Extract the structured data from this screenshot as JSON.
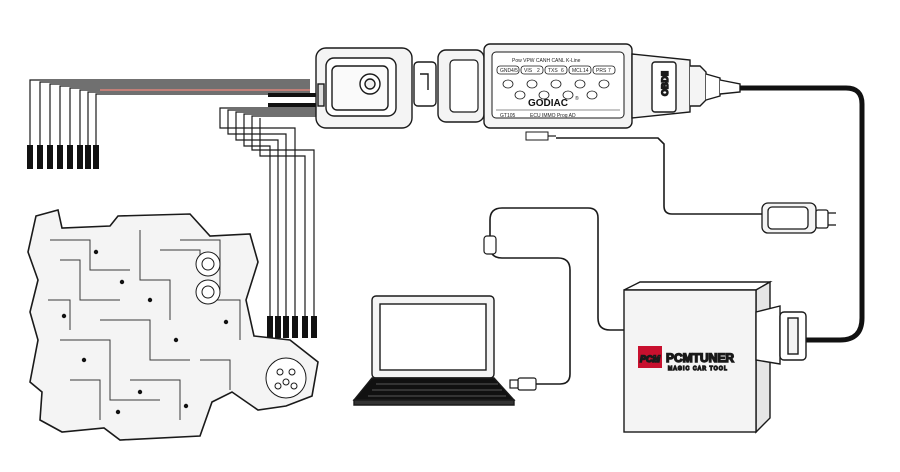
{
  "godiac": {
    "brand": "GODIAC",
    "registered": "®",
    "header": "Pow  VPW  CANH  CANL  K-Line",
    "pins_top": [
      "GND",
      "VIS",
      "TXS",
      "MCL",
      "PRS"
    ],
    "pin_nums_top": [
      "4/5",
      "2",
      "6",
      "14",
      "7"
    ],
    "model": "GT105",
    "subtitle": "ECU IMMO Prog AD"
  },
  "obd_label": "OBDII",
  "pcmtuner": {
    "logo": "PCM",
    "brand": "PCMTUNER",
    "tagline": "MAGIC CAR TOOL"
  },
  "colors": {
    "line": "#1a1a1a",
    "cable": "#111111",
    "device_fill": "#f4f4f4",
    "pcm_logo_bg": "#c8102e",
    "wire_red": "#c0392b"
  },
  "icons": [
    "laptop-icon",
    "power-adapter-icon",
    "usb-plug-icon",
    "ecu-board-icon"
  ]
}
